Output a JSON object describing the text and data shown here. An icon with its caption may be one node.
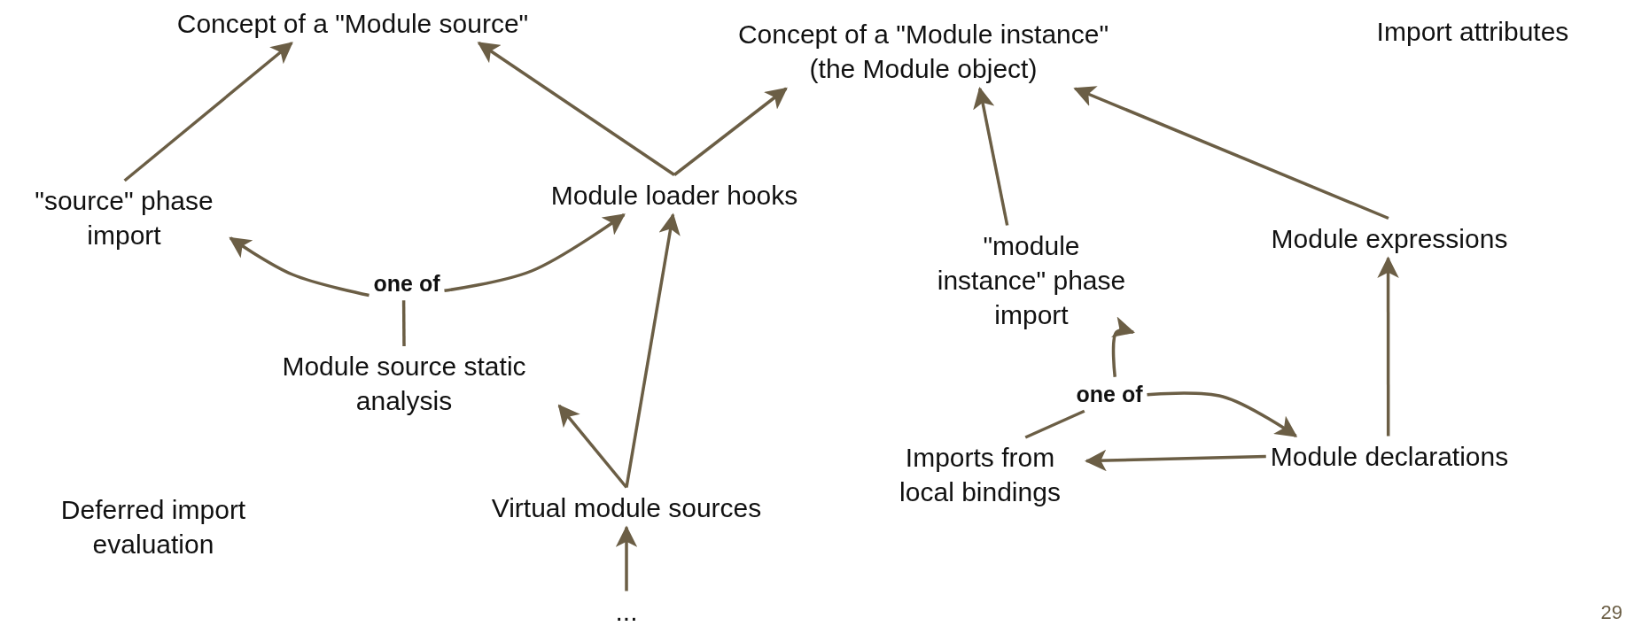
{
  "diagram": {
    "nodes": [
      {
        "text": [
          "Concept of a \"Module source\""
        ]
      },
      {
        "text": [
          "Concept of a \"Module instance\" (the Module object)"
        ]
      },
      {
        "text": [
          "Import attributes"
        ]
      },
      {
        "text": [
          "\"source\" phase import"
        ]
      },
      {
        "text": [
          "Module loader hooks"
        ]
      },
      {
        "text": [
          "\"module instance\" phase import"
        ]
      },
      {
        "text": [
          "Module expressions"
        ]
      },
      {
        "text": [
          "one of"
        ]
      },
      {
        "text": [
          "Module source static analysis"
        ]
      },
      {
        "text": [
          "one of"
        ]
      },
      {
        "text": [
          "Imports from local bindings"
        ]
      },
      {
        "text": [
          "Module declarations"
        ]
      },
      {
        "text": [
          "Deferred import evaluation"
        ]
      },
      {
        "text": [
          "Virtual module sources"
        ]
      },
      {
        "text": [
          "..."
        ]
      }
    ],
    "edges": [
      {
        "from": 3,
        "to": 0,
        "arrow": "to"
      },
      {
        "from": 4,
        "to": 0,
        "arrow": "to"
      },
      {
        "from": 4,
        "to": 1,
        "arrow": "to"
      },
      {
        "from": 5,
        "to": 1,
        "arrow": "to"
      },
      {
        "from": 6,
        "to": 1,
        "arrow": "to"
      },
      {
        "from": 7,
        "to": 3,
        "arrow": "to"
      },
      {
        "from": 7,
        "to": 4,
        "arrow": "to"
      },
      {
        "from": 8,
        "to": 7,
        "arrow": "none"
      },
      {
        "from": 13,
        "to": 8,
        "arrow": "to"
      },
      {
        "from": 13,
        "to": 4,
        "arrow": "to"
      },
      {
        "from": 14,
        "to": 13,
        "arrow": "to"
      },
      {
        "from": 9,
        "to": 5,
        "arrow": "to"
      },
      {
        "from": 9,
        "to": 11,
        "arrow": "to"
      },
      {
        "from": 10,
        "to": 9,
        "arrow": "none"
      },
      {
        "from": 11,
        "to": 10,
        "arrow": "to"
      },
      {
        "from": 11,
        "to": 6,
        "arrow": "to"
      }
    ],
    "labels": [
      "29"
    ]
  }
}
